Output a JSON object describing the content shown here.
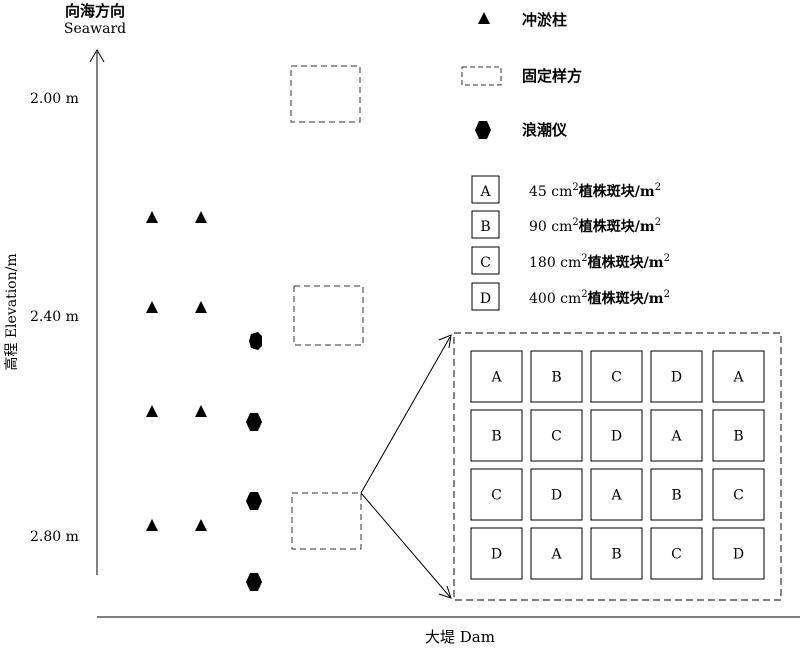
{
  "axis": {
    "top_label_cn": "向海方向",
    "top_label_en": "Seaward",
    "y_label": "高程 Elevation/m",
    "bottom_label": "大堤 Dam",
    "ticks": [
      "2.00 m",
      "2.40 m",
      "2.80 m"
    ]
  },
  "legend": {
    "core": "冲淤柱",
    "plot": "固定样方",
    "logger": "浪潮仪",
    "densities": [
      {
        "key": "A",
        "pre": "45 cm",
        "sup": "2",
        "mid": "植株斑块/m",
        "sup2": "2"
      },
      {
        "key": "B",
        "pre": "90 cm",
        "sup": "2",
        "mid": "植株斑块/m",
        "sup2": "2"
      },
      {
        "key": "C",
        "pre": "180 cm",
        "sup": "2",
        "mid": "植株斑块/m",
        "sup2": "2"
      },
      {
        "key": "D",
        "pre": "400 cm",
        "sup": "2",
        "mid": "植株斑块/m",
        "sup2": "2"
      }
    ]
  },
  "grid": [
    [
      "A",
      "B",
      "C",
      "D",
      "A"
    ],
    [
      "B",
      "C",
      "D",
      "A",
      "B"
    ],
    [
      "C",
      "D",
      "A",
      "B",
      "C"
    ],
    [
      "D",
      "A",
      "B",
      "C",
      "D"
    ]
  ],
  "colors": {
    "ink": "#000000",
    "dash": "#333333"
  }
}
